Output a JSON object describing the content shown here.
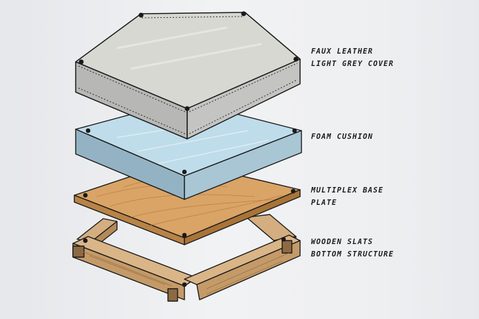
{
  "labels": {
    "cover": {
      "line1": "FAUX LEATHER",
      "line2": "LIGHT GREY COVER"
    },
    "foam": {
      "line1": "FOAM CUSHION"
    },
    "base": {
      "line1": "MULTIPLEX BASE",
      "line2": "PLATE"
    },
    "slats": {
      "line1": "WOODEN SLATS",
      "line2": "BOTTOM STRUCTURE"
    }
  },
  "colors": {
    "cover_top": "#d8d8d3",
    "cover_side": "#b7b8b5",
    "foam_top": "#bfdcea",
    "foam_side": "#93b3c4",
    "plate_top": "#d9a466",
    "plate_side": "#b98346",
    "wood": "#d4ae80",
    "wood_dark": "#b58a5a",
    "ink": "#1a1a1a"
  }
}
